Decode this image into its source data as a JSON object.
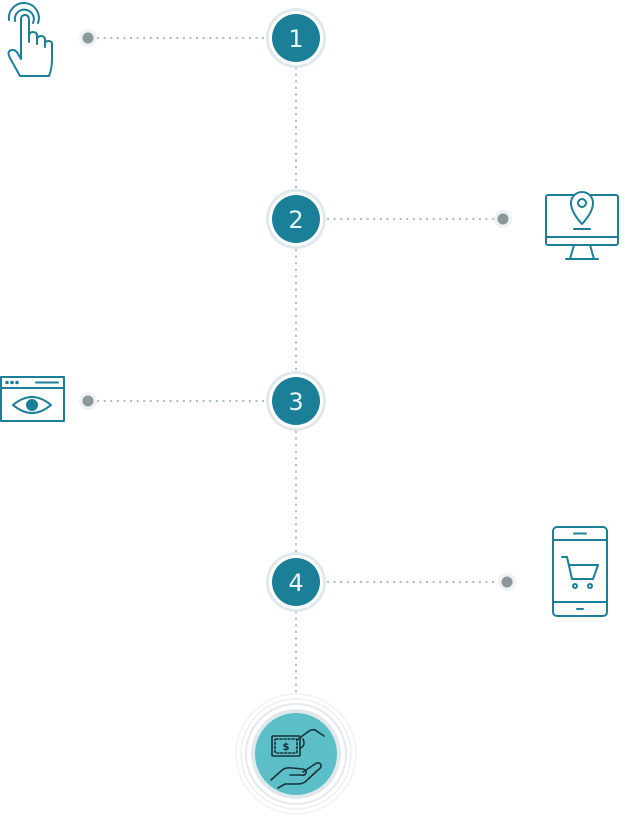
{
  "timeline": {
    "colors": {
      "circle_fill": "#1a7f97",
      "circle_ring": "#e1e8ec",
      "connector_dots": "#a9bcc3",
      "end_dot": "#8c979b",
      "icon_stroke": "#1a7f97",
      "final_fill": "#5cbec6",
      "number_text": "#e9f6f8"
    },
    "steps": [
      {
        "number": "1",
        "icon": "tap-finger-icon",
        "icon_side": "left"
      },
      {
        "number": "2",
        "icon": "monitor-location-pin-icon",
        "icon_side": "right"
      },
      {
        "number": "3",
        "icon": "browser-eye-icon",
        "icon_side": "left"
      },
      {
        "number": "4",
        "icon": "mobile-shopping-cart-icon",
        "icon_side": "right"
      }
    ],
    "final_step": {
      "icon": "hand-payment-dollar-icon"
    }
  }
}
